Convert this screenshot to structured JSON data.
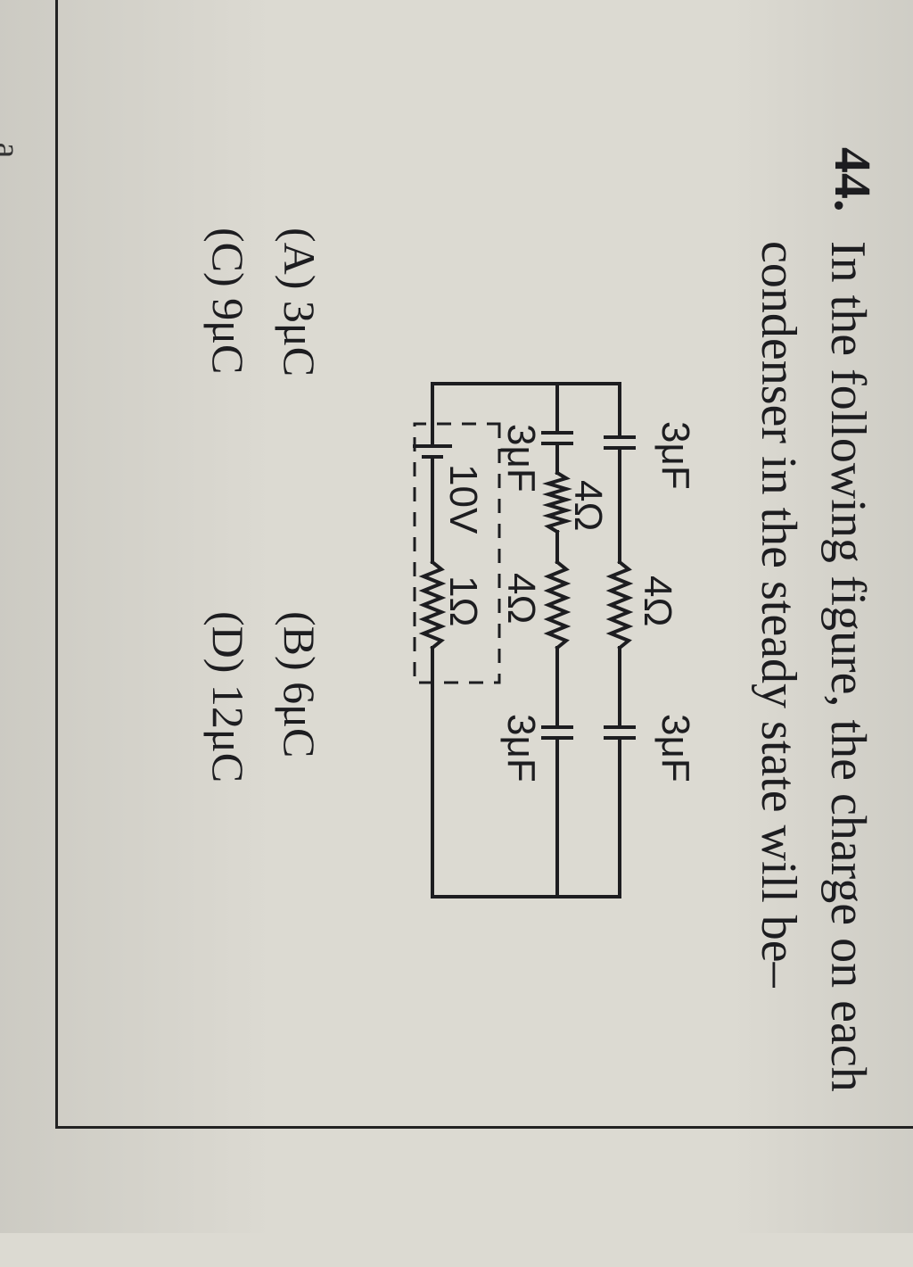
{
  "question": {
    "number": "44.",
    "line1": "In the following figure, the charge on each",
    "line2": "condenser in the steady state will be–"
  },
  "circuit": {
    "top_left_capacitor": "3μF",
    "top_resistor": "4Ω",
    "top_right_capacitor": "3μF",
    "middle_left_capacitor": "3μF",
    "middle_resistor_a": "4Ω",
    "middle_resistor_b": "4Ω",
    "middle_right_capacitor": "3μF",
    "battery": "10V",
    "internal_resistance": "1Ω"
  },
  "options": {
    "a": "(A) 3μC",
    "b": "(B) 6μC",
    "c": "(C) 9μC",
    "d": "(D) 12μC"
  },
  "colors": {
    "paper": "#dcdad2",
    "ink": "#1d1d20"
  }
}
